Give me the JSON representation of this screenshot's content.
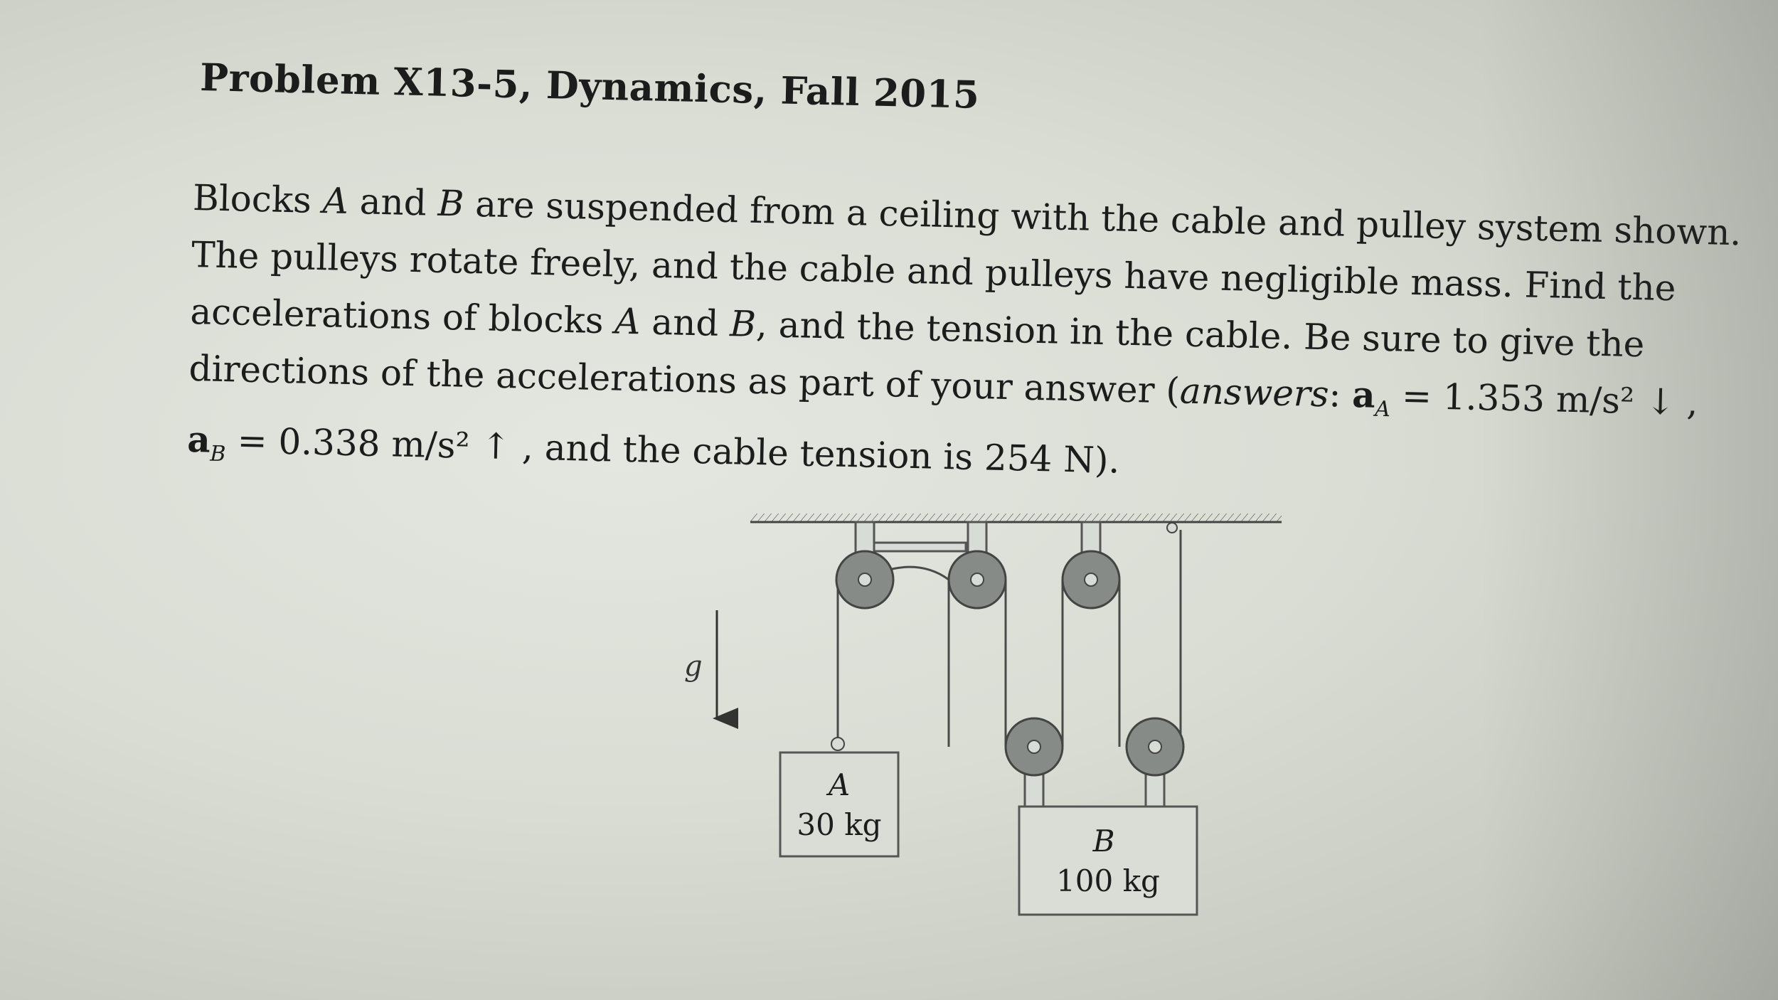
{
  "problem": {
    "title": "Problem X13-5, Dynamics, Fall 2015",
    "text": {
      "l1_a": "Blocks ",
      "l1_A": "A",
      "l1_b": " and ",
      "l1_B": "B",
      "l1_c": " are suspended from a ceiling with the cable and pulley system shown.",
      "l2": "The pulleys rotate freely, and the cable and pulleys have negligible mass. Find the",
      "l3_a": "accelerations of blocks ",
      "l3_A": "A",
      "l3_b": " and ",
      "l3_B": "B",
      "l3_c": ", and the tension in the cable. Be sure to give the",
      "l4_a": "directions of the accelerations as part of your answer (",
      "l4_answers": "answers",
      "l4_b": ": ",
      "aA_symbol": "a",
      "aA_sub": "A",
      "aA_value": " = 1.353 m/s² ↓ ,",
      "aB_symbol": "a",
      "aB_sub": "B",
      "aB_value": " = 0.338 m/s² ↑ , and the cable tension is 254 N)."
    }
  },
  "figure": {
    "gravity_label": "g",
    "block_a": {
      "name": "A",
      "mass": "30 kg"
    },
    "block_b": {
      "name": "B",
      "mass": "100 kg"
    }
  }
}
